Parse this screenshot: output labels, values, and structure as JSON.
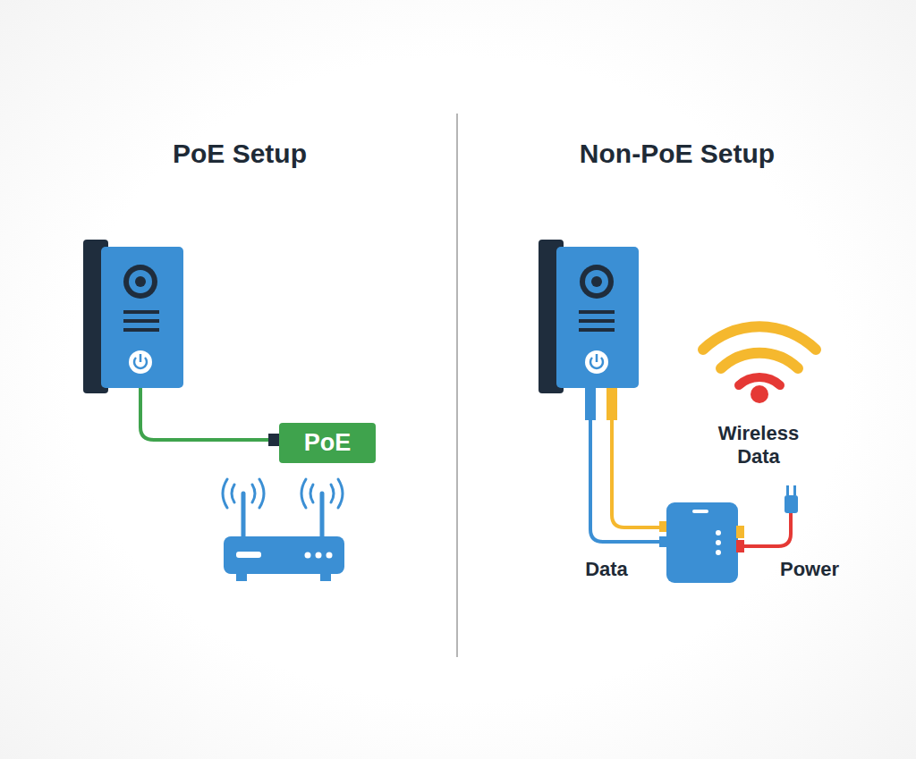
{
  "diagram": {
    "nodes": [
      {
        "text": [
          "PoE"
        ]
      }
    ],
    "labels": [
      "PoE Setup",
      "Non-PoE Setup",
      "Wireless Data",
      "Data",
      "Power"
    ]
  }
}
